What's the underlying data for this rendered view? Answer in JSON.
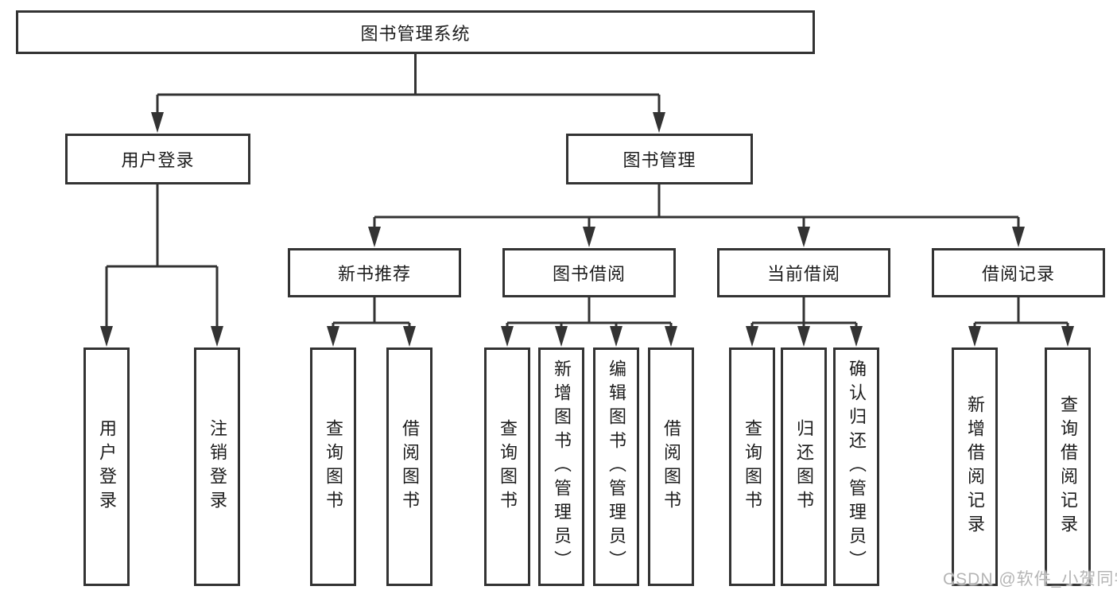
{
  "diagram": {
    "root": {
      "label": "图书管理系统",
      "children": [
        {
          "label": "用户登录",
          "children": [
            {
              "label": "用户登录"
            },
            {
              "label": "注销登录"
            }
          ]
        },
        {
          "label": "图书管理",
          "children": [
            {
              "label": "新书推荐",
              "children": [
                {
                  "label": "查询图书"
                },
                {
                  "label": "借阅图书"
                }
              ]
            },
            {
              "label": "图书借阅",
              "children": [
                {
                  "label": "查询图书"
                },
                {
                  "label": "新增图书（管理员）"
                },
                {
                  "label": "编辑图书（管理员）"
                },
                {
                  "label": "借阅图书"
                }
              ]
            },
            {
              "label": "当前借阅",
              "children": [
                {
                  "label": "查询图书"
                },
                {
                  "label": "归还图书"
                },
                {
                  "label": "确认归还（管理员）"
                }
              ]
            },
            {
              "label": "借阅记录",
              "children": [
                {
                  "label": "新增借阅记录"
                },
                {
                  "label": "查询借阅记录"
                }
              ]
            }
          ]
        }
      ]
    },
    "colors": {
      "line": "#333333",
      "text": "#1c1c1c",
      "watermark": "#b5b5b5",
      "background": "#ffffff"
    }
  },
  "watermark": "CSDN @软件_小贺同学"
}
